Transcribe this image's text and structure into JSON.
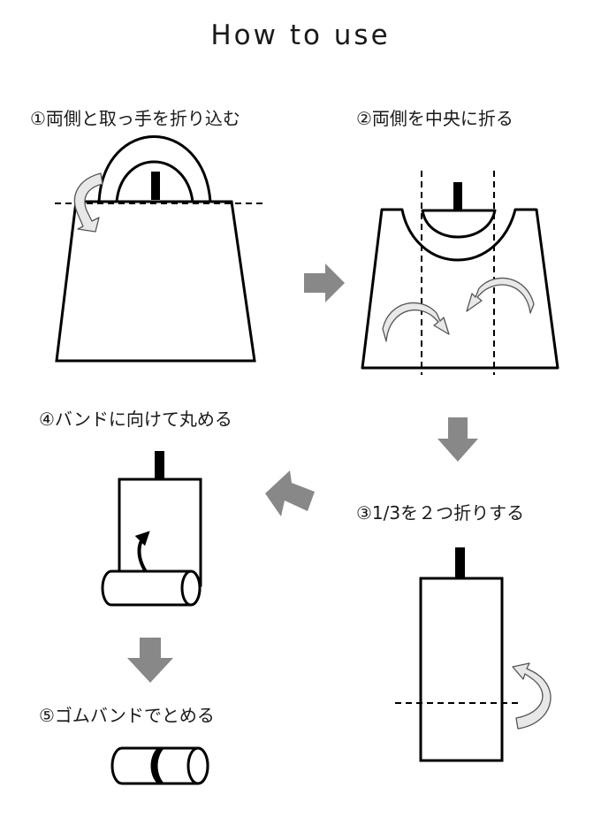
{
  "title": "How to use",
  "steps": [
    {
      "label": "①両側と取っ手を折り込む"
    },
    {
      "label": "②両側を中央に折る"
    },
    {
      "label": "③1/3を２つ折りする"
    },
    {
      "label": "④バンドに向けて丸める"
    },
    {
      "label": "⑤ゴムバンドでとめる"
    }
  ],
  "colors": {
    "line": "#000000",
    "arrow_fill": "#888888",
    "curl_fill": "#e8e8e8",
    "background": "#ffffff"
  }
}
